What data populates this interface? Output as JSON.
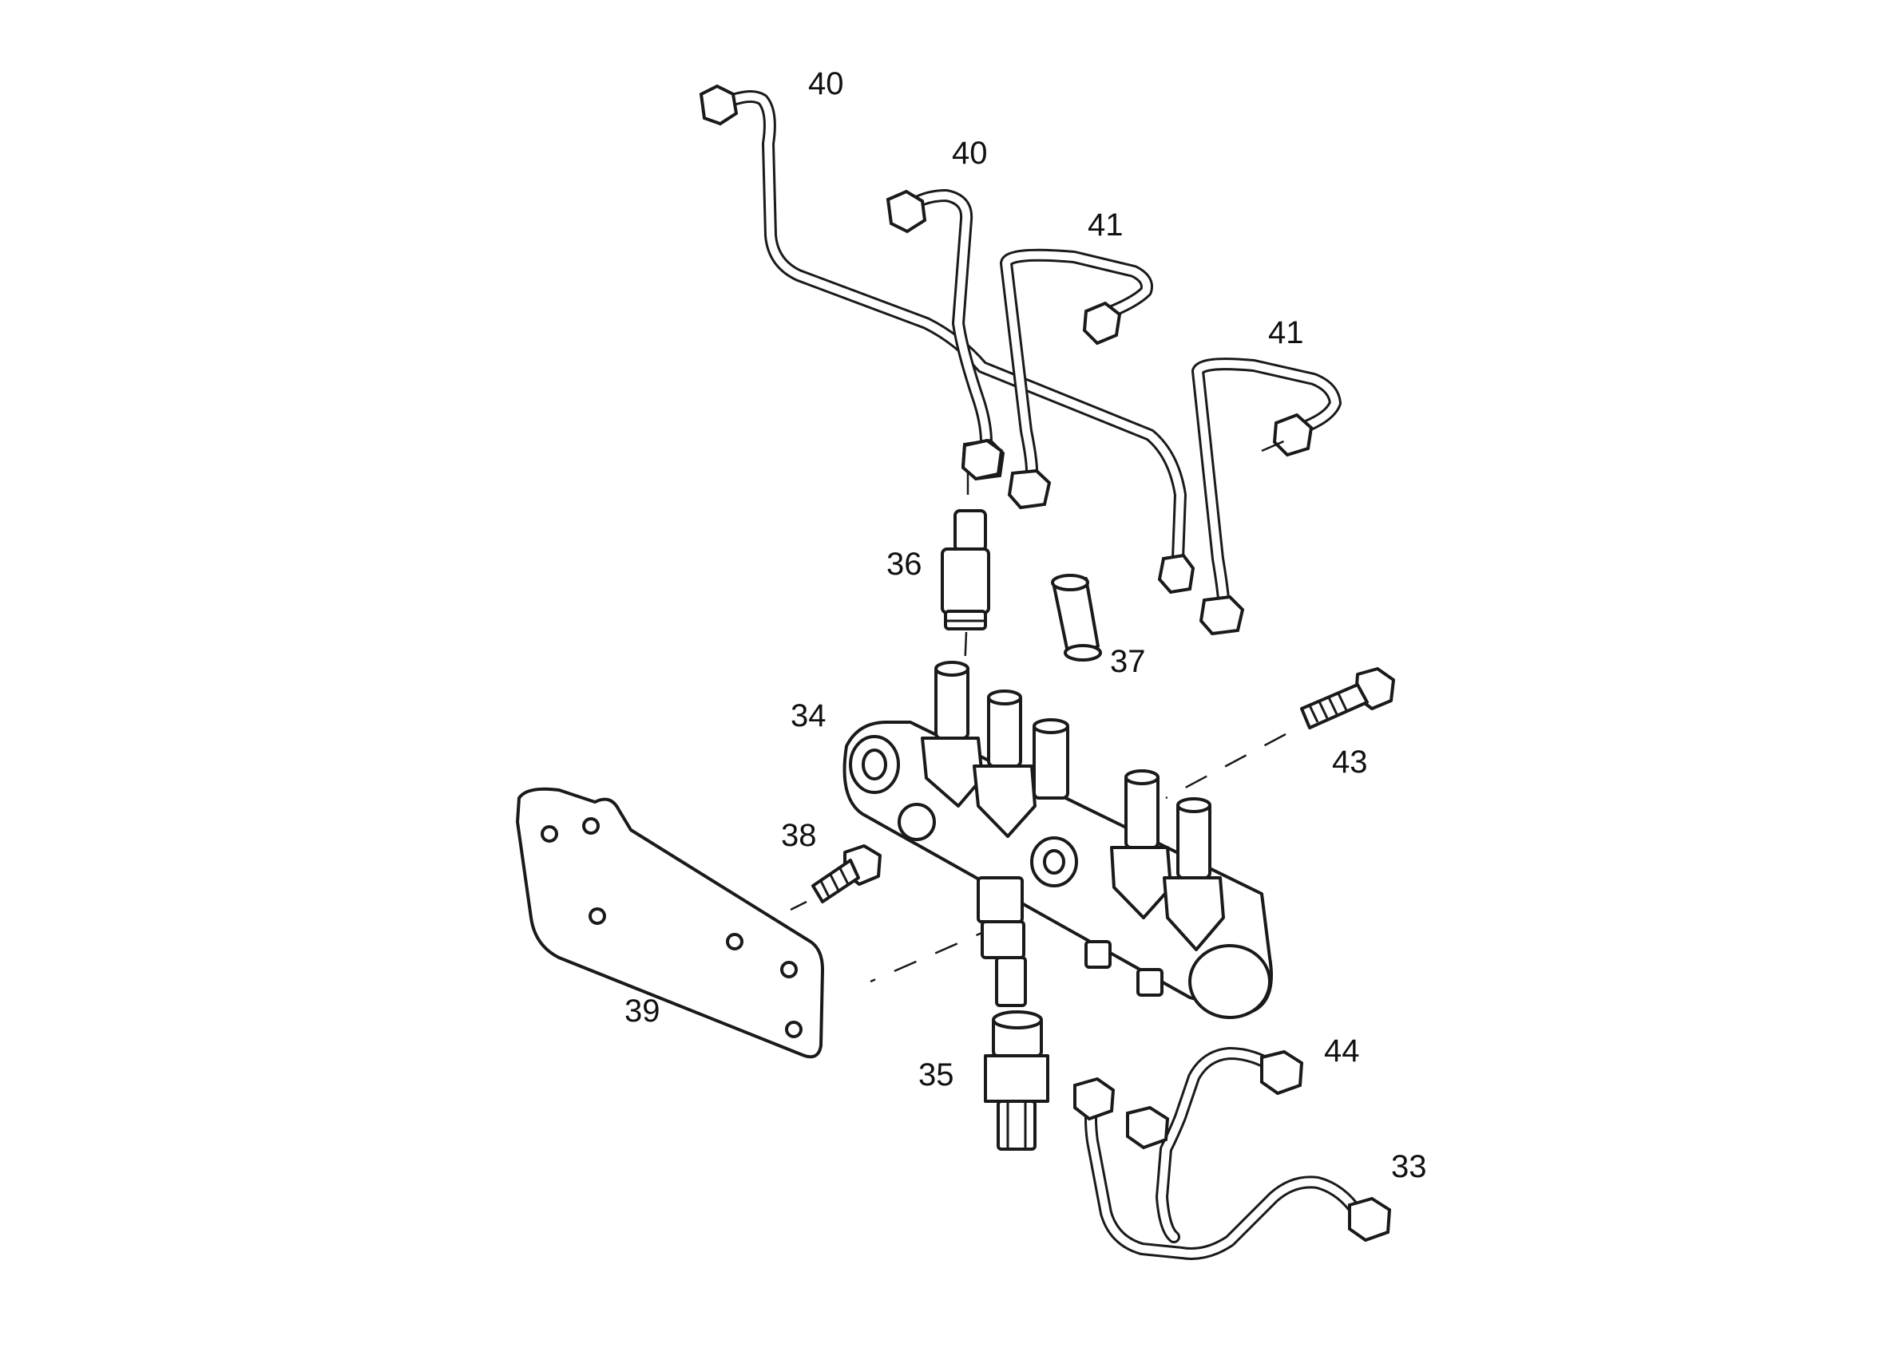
{
  "callouts": {
    "c33": "33",
    "c34": "34",
    "c35": "35",
    "c36": "36",
    "c37": "37",
    "c38": "38",
    "c39": "39",
    "c40a": "40",
    "c40b": "40",
    "c41a": "41",
    "c41b": "41",
    "c43": "43",
    "c44": "44"
  },
  "colors": {
    "line": "#1a1a1a",
    "background": "#ffffff"
  }
}
